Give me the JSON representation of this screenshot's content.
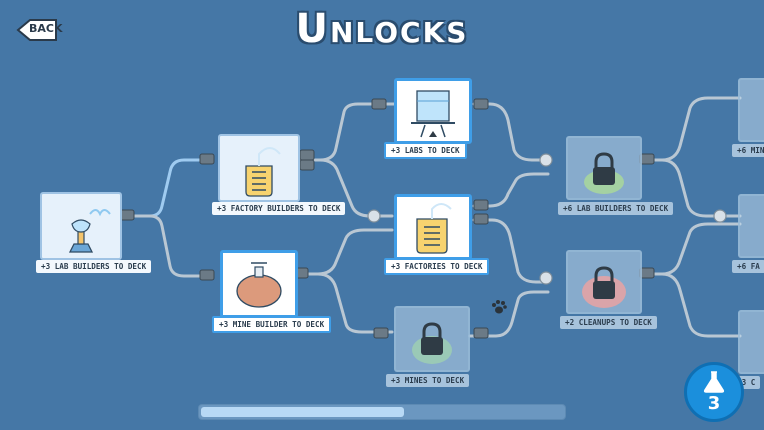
{
  "screen": {
    "title": "Unlocks",
    "back_label": "BACK",
    "research_points": "3",
    "progress_fraction": 0.56
  },
  "colors": {
    "background": "#4577a6",
    "highlight": "#3f9ee8",
    "badge": "#1b8fdc"
  },
  "nodes": [
    {
      "id": "lab-builders-3",
      "label": "+3 LAB BUILDERS TO DECK",
      "state": "unlocked",
      "icon": "bunsen-burner-icon"
    },
    {
      "id": "factory-builders-3",
      "label": "+3 FACTORY BUILDERS TO DECK",
      "state": "unlocked",
      "icon": "coil-flask-icon"
    },
    {
      "id": "mine-builder-3",
      "label": "+3 MINE BUILDER TO DECK",
      "state": "available",
      "icon": "round-flask-icon"
    },
    {
      "id": "labs-3",
      "label": "+3 LABS TO DECK",
      "state": "available",
      "icon": "beaker-burner-icon"
    },
    {
      "id": "factories-3",
      "label": "+3 FACTORIES TO DECK",
      "state": "available",
      "icon": "coil-flask-icon"
    },
    {
      "id": "mines-3",
      "label": "+3 MINES TO DECK",
      "state": "locked",
      "icon": "padlock-icon"
    },
    {
      "id": "lab-builders-6",
      "label": "+6 LAB BUILDERS TO DECK",
      "state": "locked",
      "icon": "padlock-icon"
    },
    {
      "id": "cleanups-2",
      "label": "+2 CLEANUPS TO DECK",
      "state": "locked",
      "icon": "padlock-icon"
    },
    {
      "id": "edge-top",
      "label": "+6 MIN",
      "state": "locked",
      "icon": "padlock-icon"
    },
    {
      "id": "edge-mid",
      "label": "+6 FA",
      "state": "locked",
      "icon": "padlock-icon"
    },
    {
      "id": "edge-bot",
      "label": "+3 C",
      "state": "locked",
      "icon": "padlock-icon"
    }
  ]
}
